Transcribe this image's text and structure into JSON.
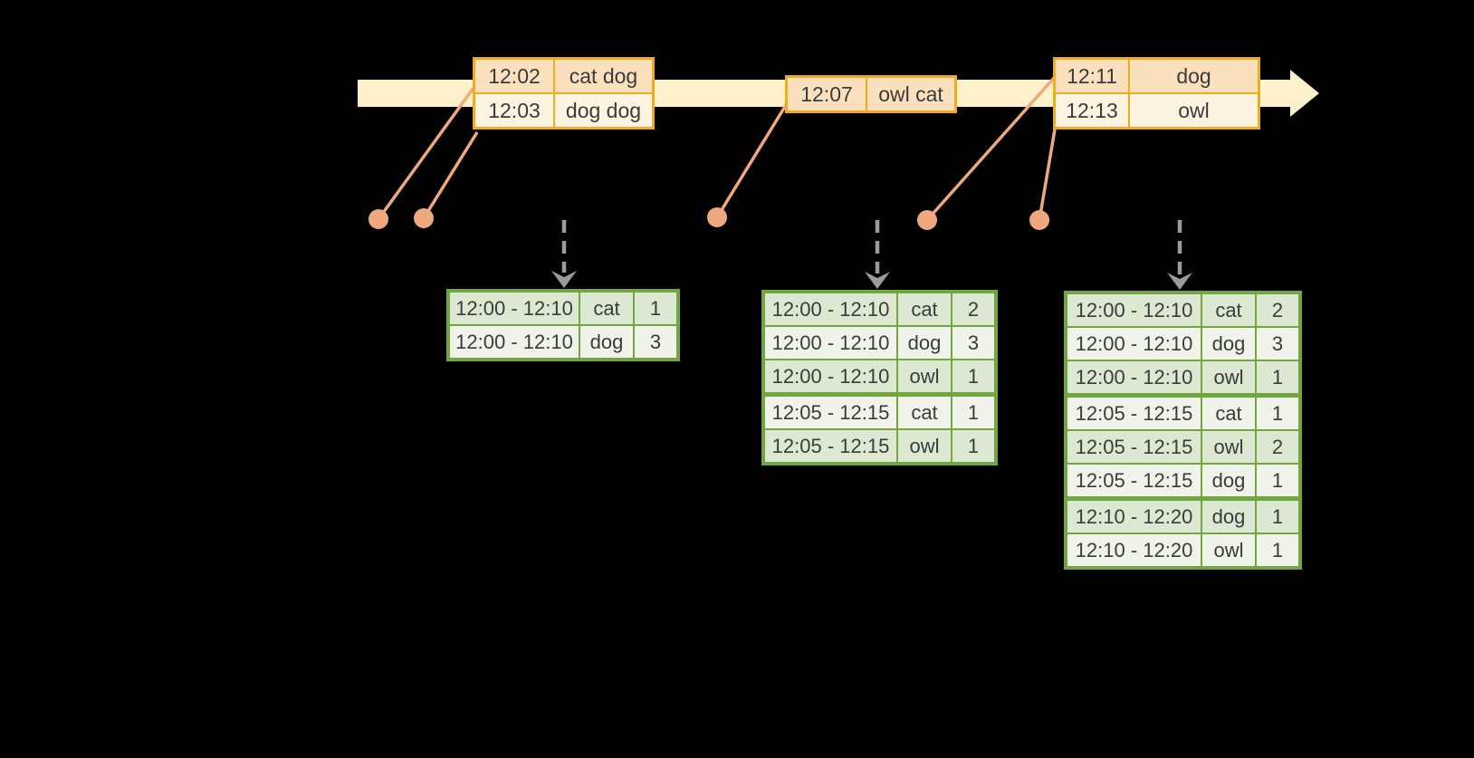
{
  "colors": {
    "background": "#000000",
    "timeline_fill": "#FCF1CB",
    "event_table_border": "#F1AC1C",
    "event_cell_peach": "#FAE0BD",
    "event_cell_cream": "#FDF3E1",
    "event_dot_salmon": "#F0A87E",
    "trigger_arrow_gray": "#9B9B9B",
    "result_table_border": "#72A63F",
    "result_cell_dark": "#DCE8D2",
    "result_cell_light": "#EFF3EA",
    "text": "#3B3B3B"
  },
  "event_tables": [
    {
      "rows": [
        {
          "time": "12:02",
          "words": "cat dog"
        },
        {
          "time": "12:03",
          "words": "dog dog"
        }
      ]
    },
    {
      "rows": [
        {
          "time": "12:07",
          "words": "owl cat"
        }
      ]
    },
    {
      "rows": [
        {
          "time": "12:11",
          "words": "dog"
        },
        {
          "time": "12:13",
          "words": "owl"
        }
      ]
    }
  ],
  "result_tables": [
    {
      "rows": [
        {
          "window": "12:00 - 12:10",
          "word": "cat",
          "count": "1"
        },
        {
          "window": "12:00 - 12:10",
          "word": "dog",
          "count": "3"
        }
      ]
    },
    {
      "rows": [
        {
          "window": "12:00 - 12:10",
          "word": "cat",
          "count": "2"
        },
        {
          "window": "12:00 - 12:10",
          "word": "dog",
          "count": "3"
        },
        {
          "window": "12:00 - 12:10",
          "word": "owl",
          "count": "1"
        },
        {
          "window": "12:05 - 12:15",
          "word": "cat",
          "count": "1"
        },
        {
          "window": "12:05 - 12:15",
          "word": "owl",
          "count": "1"
        }
      ]
    },
    {
      "rows": [
        {
          "window": "12:00 - 12:10",
          "word": "cat",
          "count": "2"
        },
        {
          "window": "12:00 - 12:10",
          "word": "dog",
          "count": "3"
        },
        {
          "window": "12:00 - 12:10",
          "word": "owl",
          "count": "1"
        },
        {
          "window": "12:05 - 12:15",
          "word": "cat",
          "count": "1"
        },
        {
          "window": "12:05 - 12:15",
          "word": "owl",
          "count": "2"
        },
        {
          "window": "12:05 - 12:15",
          "word": "dog",
          "count": "1"
        },
        {
          "window": "12:10 - 12:20",
          "word": "dog",
          "count": "1"
        },
        {
          "window": "12:10 - 12:20",
          "word": "owl",
          "count": "1"
        }
      ]
    }
  ]
}
